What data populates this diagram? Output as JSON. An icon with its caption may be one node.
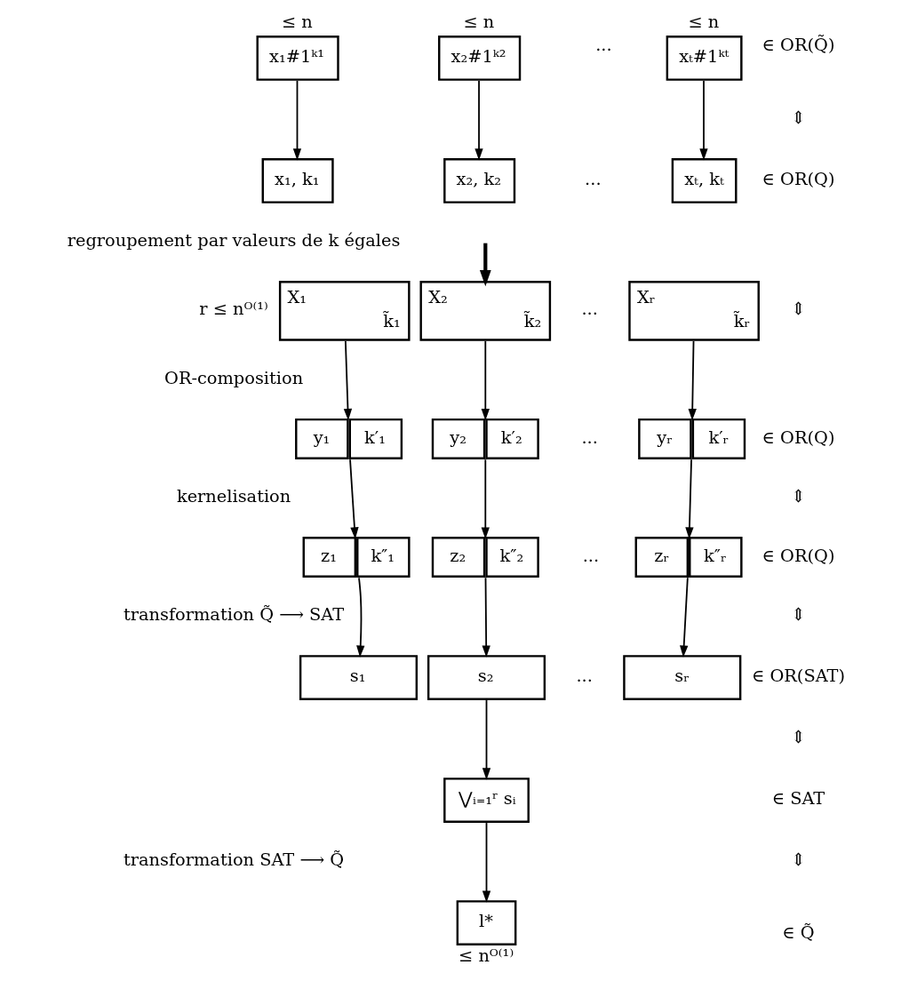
{
  "diagram": {
    "nodes": [
      {
        "text": [
          "x₁#1ᵏ¹"
        ],
        "beside": [
          "≤ n"
        ]
      },
      {
        "text": [
          "x₂#1ᵏ²"
        ],
        "beside": [
          "≤ n"
        ]
      },
      {
        "text": [
          "xₜ#1ᵏᵗ"
        ],
        "beside": [
          "≤ n"
        ]
      },
      {
        "text": [
          "x₁, k₁"
        ]
      },
      {
        "text": [
          "x₂, k₂"
        ]
      },
      {
        "text": [
          "xₜ, kₜ"
        ]
      },
      {
        "text": [
          "X₁",
          "k̃₁"
        ]
      },
      {
        "text": [
          "X₂",
          "k̃₂"
        ]
      },
      {
        "text": [
          "Xᵣ",
          "k̃ᵣ"
        ]
      },
      {
        "text": [
          "y₁",
          "k′₁"
        ]
      },
      {
        "text": [
          "y₂",
          "k′₂"
        ]
      },
      {
        "text": [
          "yᵣ",
          "k′ᵣ"
        ]
      },
      {
        "text": [
          "z₁",
          "k″₁"
        ]
      },
      {
        "text": [
          "z₂",
          "k″₂"
        ]
      },
      {
        "text": [
          "zᵣ",
          "k″ᵣ"
        ]
      },
      {
        "text": [
          "s₁"
        ]
      },
      {
        "text": [
          "s₂"
        ]
      },
      {
        "text": [
          "sᵣ"
        ]
      },
      {
        "text": [
          "⋁ᵢ₌₁ʳ sᵢ"
        ]
      },
      {
        "text": [
          "l*"
        ],
        "beside": [
          "≤ nᴼ⁽¹⁾"
        ]
      }
    ],
    "edges": [
      {
        "from": 0,
        "to": 3,
        "arrow": "to"
      },
      {
        "from": 1,
        "to": 4,
        "arrow": "to"
      },
      {
        "from": 2,
        "to": 5,
        "arrow": "to"
      },
      {
        "from": null,
        "to": 7,
        "arrow": "to",
        "style": "thick"
      },
      {
        "from": 6,
        "to": 9,
        "arrow": "to"
      },
      {
        "from": 7,
        "to": 10,
        "arrow": "to"
      },
      {
        "from": 8,
        "to": 11,
        "arrow": "to"
      },
      {
        "from": 9,
        "to": 12,
        "arrow": "to"
      },
      {
        "from": 10,
        "to": 13,
        "arrow": "to"
      },
      {
        "from": 11,
        "to": 14,
        "arrow": "to"
      },
      {
        "from": 12,
        "to": 15,
        "arrow": "to"
      },
      {
        "from": 13,
        "to": 16,
        "arrow": "to"
      },
      {
        "from": 14,
        "to": 17,
        "arrow": "to"
      },
      {
        "from": 16,
        "to": 18,
        "arrow": "to"
      },
      {
        "from": 18,
        "to": 19,
        "arrow": "to"
      }
    ],
    "labels": [
      "...",
      "∈ OR(Q̃)",
      "⇕",
      "...",
      "∈ OR(Q)",
      "regroupement par valeurs de k égales",
      "r ≤ nᴼ⁽¹⁾",
      "...",
      "⇕",
      "OR-composition",
      "...",
      "∈ OR(Q)",
      "kernelisation",
      "⇕",
      "...",
      "∈ OR(Q)",
      "transformation Q̃ ⟶ SAT",
      "⇕",
      "...",
      "∈ OR(SAT)",
      "⇕",
      "∈ SAT",
      "transformation SAT ⟶ Q̃",
      "⇕",
      "∈ Q̃"
    ]
  }
}
